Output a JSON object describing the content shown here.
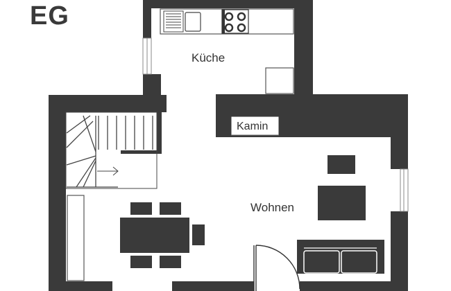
{
  "floor_label": "EG",
  "rooms": {
    "kitchen": "Küche",
    "fireplace": "Kamin",
    "living": "Wohnen"
  },
  "colors": {
    "wall": "#3a3a3a",
    "furniture": "#3a3a3a",
    "background": "#ffffff",
    "line": "#666666"
  }
}
